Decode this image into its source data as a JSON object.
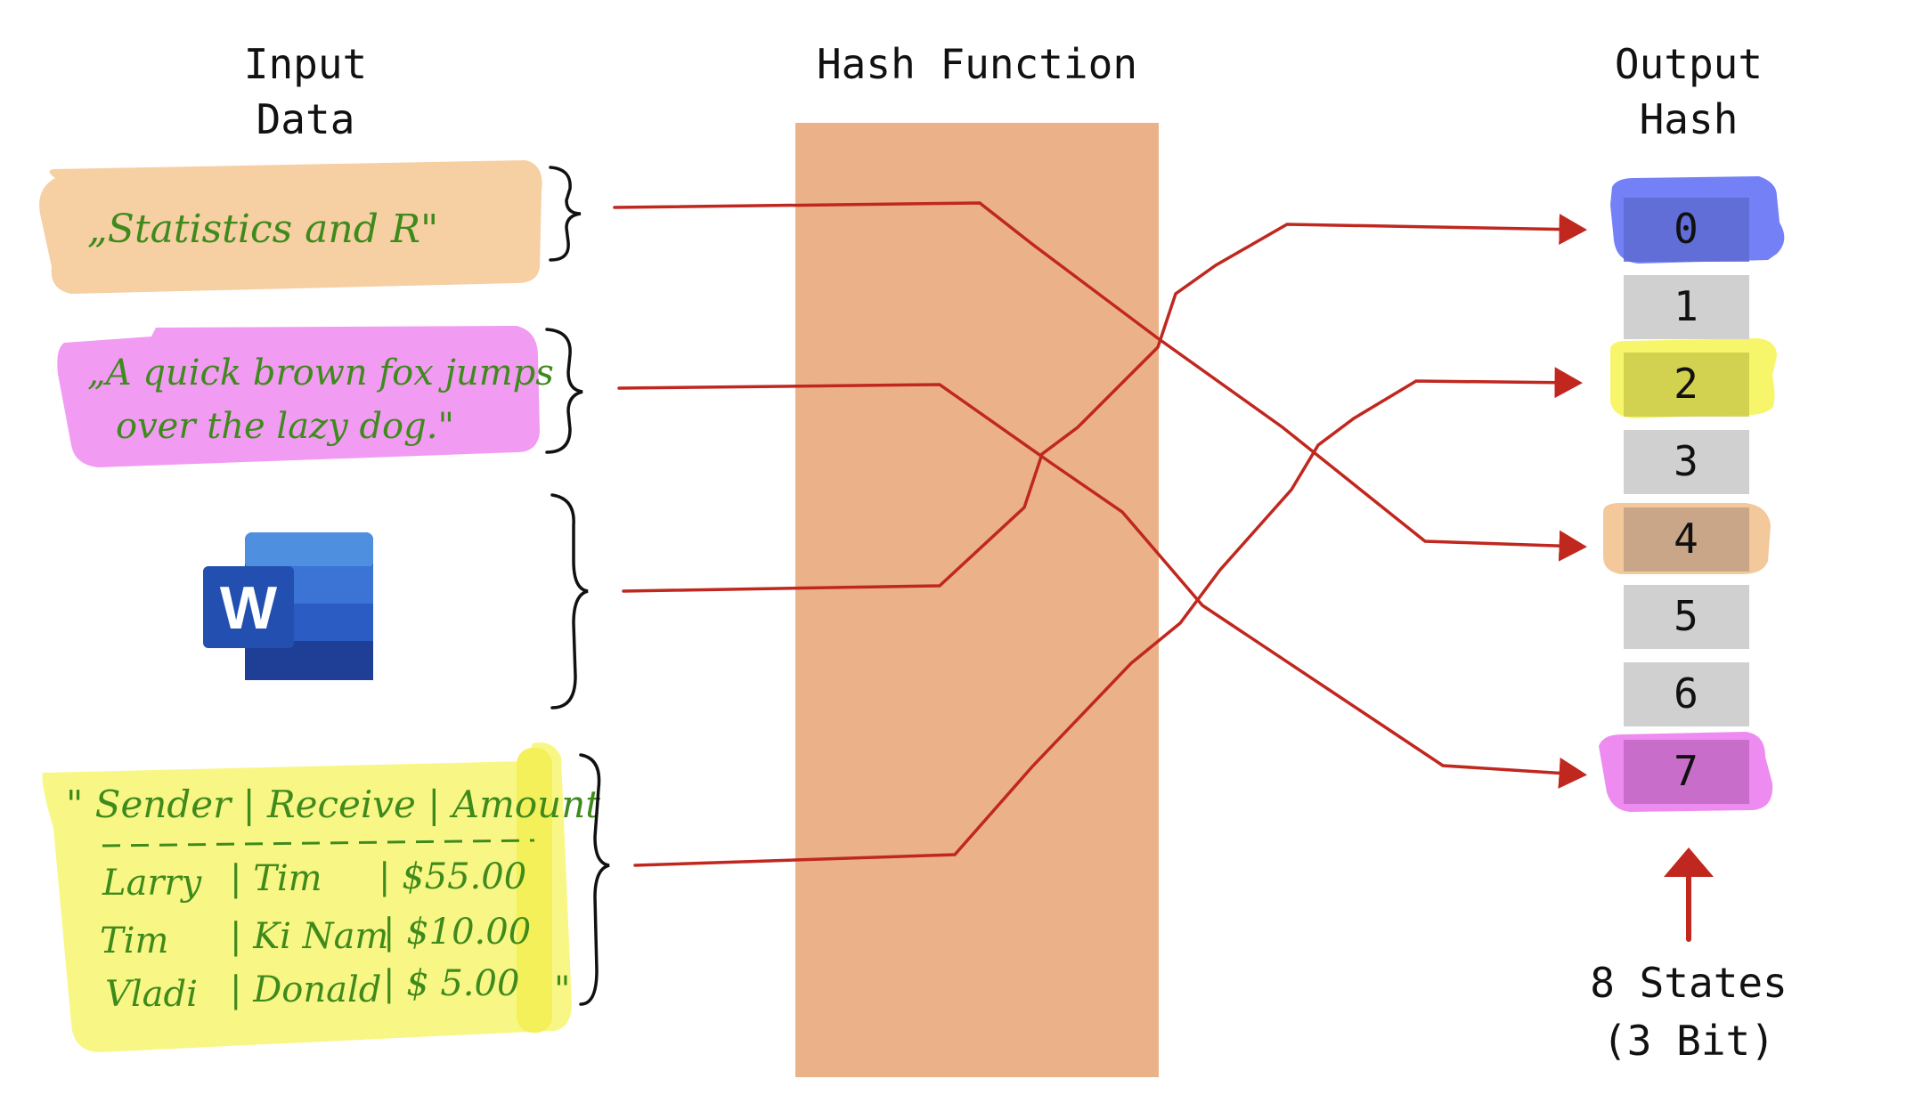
{
  "headers": {
    "input_line1": "Input",
    "input_line2": "Data",
    "hash": "Hash Function",
    "output_line1": "Output",
    "output_line2": "Hash"
  },
  "inputs": {
    "text1": "„Statistics and R\"",
    "text2_line1": "„A quick brown fox jumps",
    "text2_line2": "over the lazy dog.\"",
    "word_icon_letter": "W",
    "table_header": "\" Sender | Receive | Amount",
    "table_rows": [
      [
        "Larry",
        "| Tim",
        "| $55.00"
      ],
      [
        "Tim",
        "| Ki Nam",
        "| $10.00"
      ],
      [
        "Vladi",
        "| Donald",
        "| $  5.00"
      ]
    ],
    "table_close_quote": "\""
  },
  "slots": [
    "0",
    "1",
    "2",
    "3",
    "4",
    "5",
    "6",
    "7"
  ],
  "highlighted_slots": {
    "0": "blue",
    "2": "yellow",
    "4": "peach",
    "7": "pink"
  },
  "mapping": [
    {
      "input": "text1",
      "slot": "4"
    },
    {
      "input": "text2",
      "slot": "7"
    },
    {
      "input": "word_doc",
      "slot": "0"
    },
    {
      "input": "table",
      "slot": "2"
    }
  ],
  "footer": {
    "line1": "8 States",
    "line2": "(3 Bit)"
  },
  "colors": {
    "hash_box": "#ebb28a",
    "arrow": "#c0271f",
    "slot_gray": "#d0d0d0",
    "highlight_blue": "#7480f6",
    "highlight_yellow": "#f7f66a",
    "highlight_peach": "#f3c89b",
    "highlight_pink": "#ee8bf0",
    "text1_bg": "#f6cfa3",
    "text2_bg": "#f19bf3",
    "table_bg": "#f8f785",
    "handwriting": "#3f8a1c",
    "word_blue": "#2b5cc4"
  }
}
